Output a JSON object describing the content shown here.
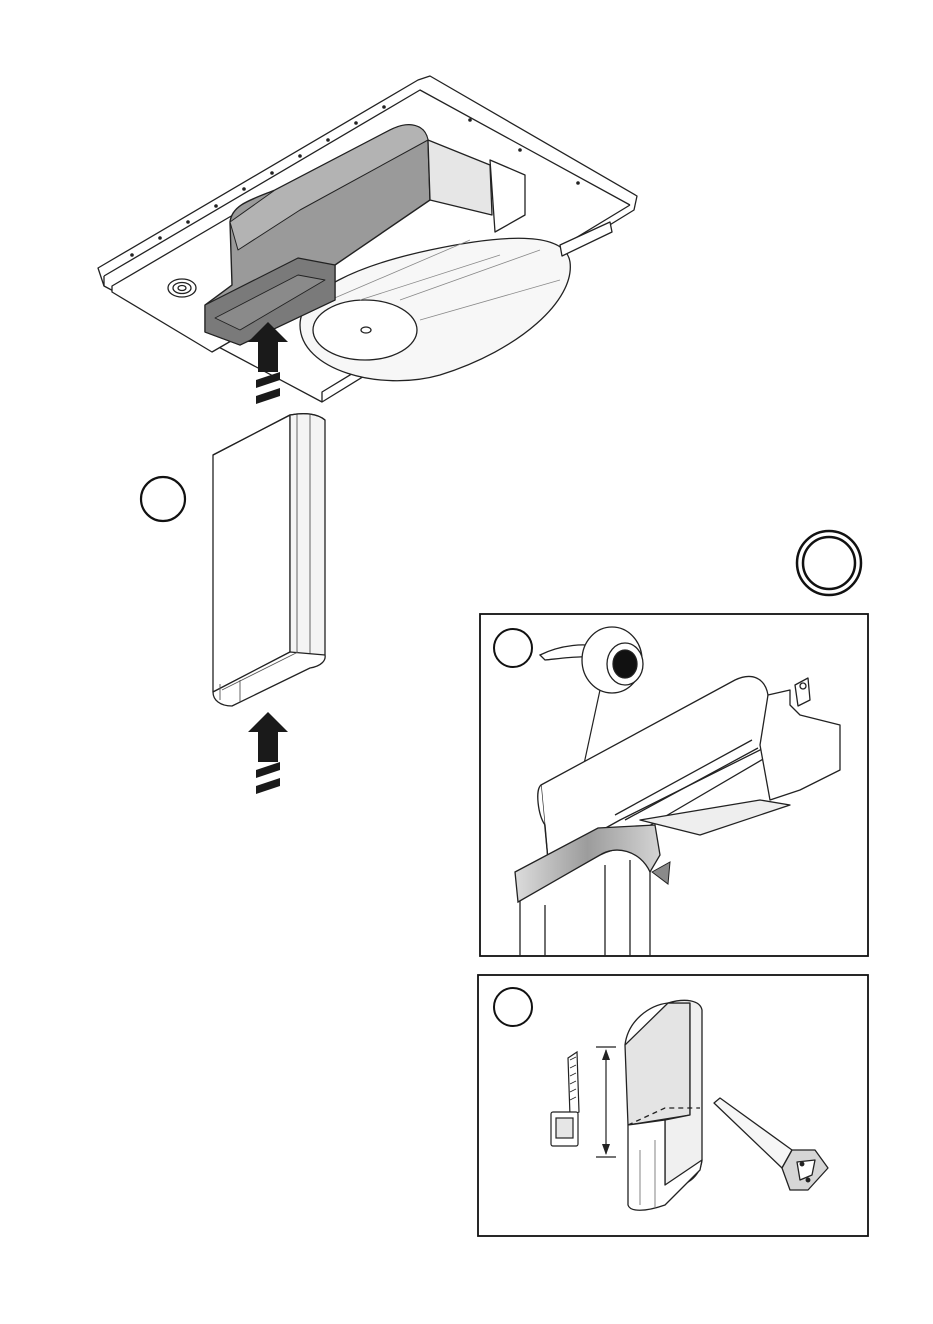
{
  "colors": {
    "line": "#222222",
    "duct_fill": "#9a9a9a",
    "duct_dark": "#6f6f6f",
    "light_fill": "#f2f2f2",
    "tape_fill": "#bdbdbd",
    "arrow": "#1a1a1a",
    "background": "#ffffff"
  },
  "icons": {
    "step_badge_main": "empty-circle",
    "step_badge_double": "double-ring-circle",
    "step_badge_panel_a": "empty-circle",
    "step_badge_panel_b": "empty-circle",
    "tape_roll": "tape-roll-icon",
    "tape_measure": "tape-measure-icon",
    "hand_saw": "saw-icon",
    "up_arrow": "arrow-up-icon"
  }
}
